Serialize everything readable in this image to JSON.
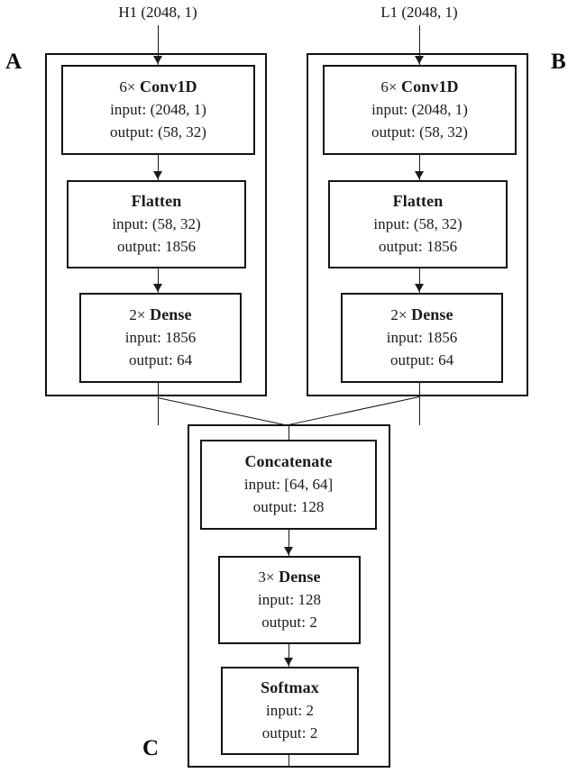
{
  "figure": {
    "type": "neural-network-architecture-diagram",
    "description": "Two-branch 1D CNN with concatenation head"
  },
  "inputs": [
    {
      "name": "h1-input",
      "label": "H1 (2048, 1)"
    },
    {
      "name": "l1-input",
      "label": "L1 (2048, 1)"
    }
  ],
  "panels": [
    {
      "id": "A",
      "letter": "A",
      "branch": "H1"
    },
    {
      "id": "B",
      "letter": "B",
      "branch": "L1"
    },
    {
      "id": "C",
      "letter": "C",
      "branch": "merged"
    }
  ],
  "labels": {
    "input_prefix": "input:",
    "output_prefix": "output:"
  },
  "branch_a": {
    "conv": {
      "multiplier": "6×",
      "title": "Conv1D",
      "input": "(2048, 1)",
      "output": "(58, 32)"
    },
    "flatten": {
      "multiplier": "",
      "title": "Flatten",
      "input": "(58, 32)",
      "output": "1856"
    },
    "dense": {
      "multiplier": "2×",
      "title": "Dense",
      "input": "1856",
      "output": "64"
    }
  },
  "branch_b": {
    "conv": {
      "multiplier": "6×",
      "title": "Conv1D",
      "input": "(2048, 1)",
      "output": "(58, 32)"
    },
    "flatten": {
      "multiplier": "",
      "title": "Flatten",
      "input": "(58, 32)",
      "output": "1856"
    },
    "dense": {
      "multiplier": "2×",
      "title": "Dense",
      "input": "1856",
      "output": "64"
    }
  },
  "head_c": {
    "concat": {
      "multiplier": "",
      "title": "Concatenate",
      "input": "[64, 64]",
      "output": "128"
    },
    "dense": {
      "multiplier": "3×",
      "title": "Dense",
      "input": "128",
      "output": "2"
    },
    "softmax": {
      "multiplier": "",
      "title": "Softmax",
      "input": "2",
      "output": "2"
    }
  },
  "colors": {
    "stroke": "#111111",
    "text": "#141414",
    "background": "#ffffff"
  }
}
